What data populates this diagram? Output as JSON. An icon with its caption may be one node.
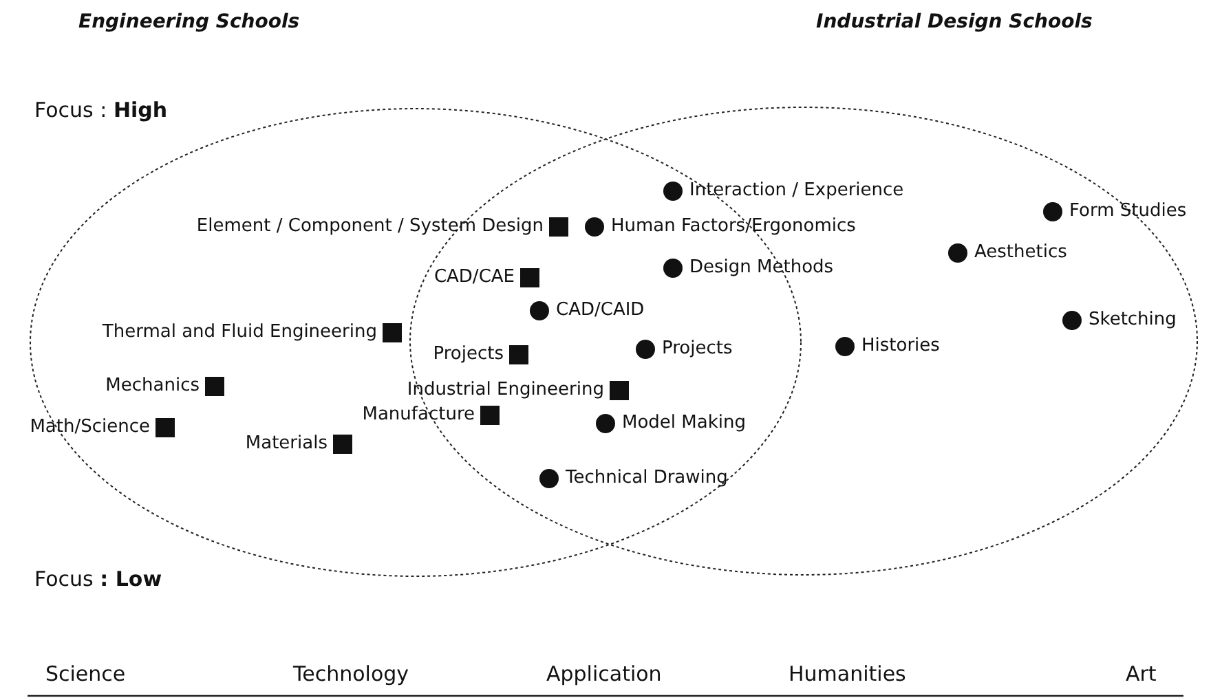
{
  "diagram": {
    "labels": [
      "Engineering Schools",
      "Industrial Design Schools",
      "Focus : **High**",
      "Interaction / Experience",
      "Form Studies",
      "Element / Component  / System Design",
      "Human Factors/Ergonomics",
      "Aesthetics",
      "Design Methods",
      "CAD/CAE",
      "CAD/CAID",
      "Sketching",
      "Thermal and Fluid Engineering",
      "Projects",
      "Projects",
      "Histories",
      "Mechanics",
      "Industrial Engineering",
      "Math/Science",
      "Manufacture",
      "Model Making",
      "Materials",
      "Technical Drawing",
      "Focus **: Low**",
      "Science",
      "Technology",
      "Application",
      "Humanities",
      "Art"
    ]
  }
}
